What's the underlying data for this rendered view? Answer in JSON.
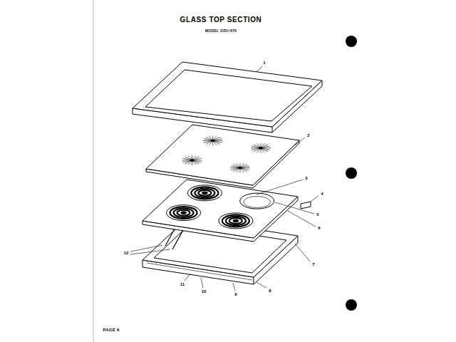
{
  "diagram": {
    "title": "GLASS TOP SECTION",
    "labels": [
      "MODEL GDU-676",
      "1",
      "2",
      "3",
      "4",
      "5",
      "6",
      "7",
      "8",
      "9",
      "10",
      "11",
      "12",
      "PAGE 6"
    ]
  }
}
